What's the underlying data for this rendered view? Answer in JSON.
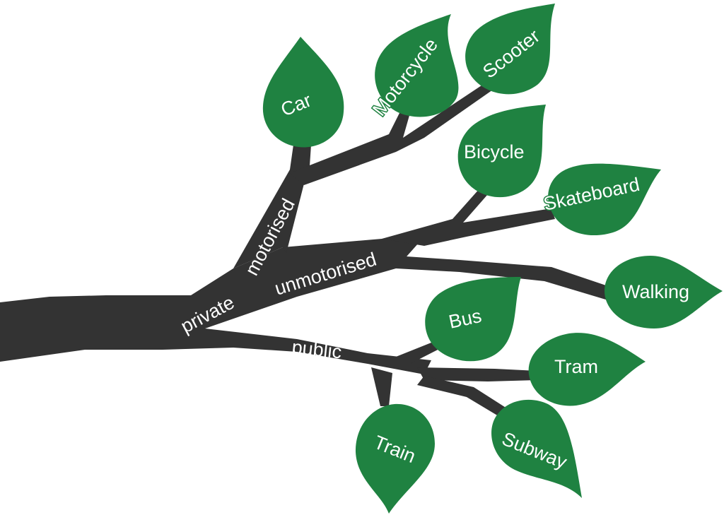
{
  "colors": {
    "branch": "#333333",
    "leaf": "#1f8241",
    "label": "#ffffff"
  },
  "branches": {
    "private": "private",
    "motorised": "motorised",
    "unmotorised": "unmotorised",
    "public": "public"
  },
  "leaves": {
    "car": "Car",
    "motorcycle": "Motorcycle",
    "scooter": "Scooter",
    "bicycle": "Bicycle",
    "skateboard": "Skateboard",
    "walking": "Walking",
    "bus": "Bus",
    "tram": "Tram",
    "train": "Train",
    "subway": "Subway"
  }
}
